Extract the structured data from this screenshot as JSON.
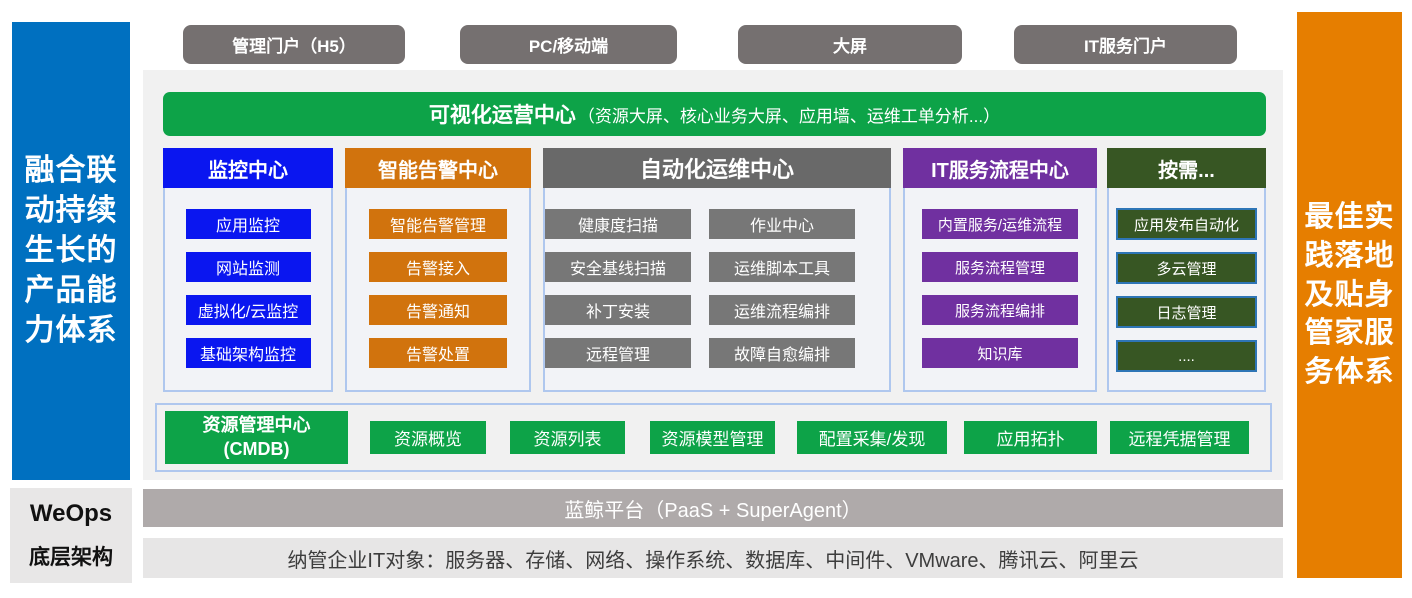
{
  "colors": {
    "left_banner_blue": "#0070C0",
    "right_banner_orange": "#E67E00",
    "portal_gray": "#757070",
    "panel_bg": "#F1F1F1",
    "viz_green": "#0DA348",
    "monitoring_blue": "#0A16F0",
    "alarm_orange": "#D1730D",
    "automation_gray_header": "#696969",
    "automation_gray_item": "#777777",
    "itsm_purple": "#7030A0",
    "ondemand_dark_green": "#375623",
    "ondemand_border_blue": "#2E75B6",
    "column_border_blue": "#AFC7EE",
    "platform_bar_gray": "#AFAAAA",
    "objects_bar_gray": "#E7E6E6"
  },
  "portals": [
    {
      "label": "管理门户（H5）"
    },
    {
      "label": "PC/移动端"
    },
    {
      "label": "大屏"
    },
    {
      "label": "IT服务门户"
    }
  ],
  "left_banner": {
    "text": "融合联动持续生长的产品能力体系"
  },
  "right_banner": {
    "text": "最佳实践落地及贴身管家服务体系"
  },
  "viz_center": {
    "title": "可视化运营中心",
    "subtitle": "（资源大屏、核心业务大屏、应用墙、运维工单分析...）"
  },
  "columns": [
    {
      "title": "监控中心",
      "items": [
        "应用监控",
        "网站监测",
        "虚拟化/云监控",
        "基础架构监控"
      ]
    },
    {
      "title": "智能告警中心",
      "items": [
        "智能告警管理",
        "告警接入",
        "告警通知",
        "告警处置"
      ]
    },
    {
      "title": "自动化运维中心",
      "items_left": [
        "健康度扫描",
        "安全基线扫描",
        "补丁安装",
        "远程管理"
      ],
      "items_right": [
        "作业中心",
        "运维脚本工具",
        "运维流程编排",
        "故障自愈编排"
      ]
    },
    {
      "title": "IT服务流程中心",
      "items": [
        "内置服务/运维流程",
        "服务流程管理",
        "服务流程编排",
        "知识库"
      ]
    },
    {
      "title": "按需...",
      "items": [
        "应用发布自动化",
        "多云管理",
        "日志管理",
        "...."
      ]
    }
  ],
  "resource_center": {
    "title_line1": "资源管理中心",
    "title_line2": "(CMDB)",
    "items": [
      "资源概览",
      "资源列表",
      "资源模型管理",
      "配置采集/发现",
      "应用拓扑",
      "远程凭据管理"
    ]
  },
  "platform_bar": {
    "text": "蓝鲸平台（PaaS + SuperAgent）"
  },
  "objects_bar": {
    "text": "纳管企业IT对象：服务器、存储、网络、操作系统、数据库、中间件、VMware、腾讯云、阿里云"
  },
  "bottom_left": {
    "line1": "WeOps",
    "line2": "底层架构"
  }
}
